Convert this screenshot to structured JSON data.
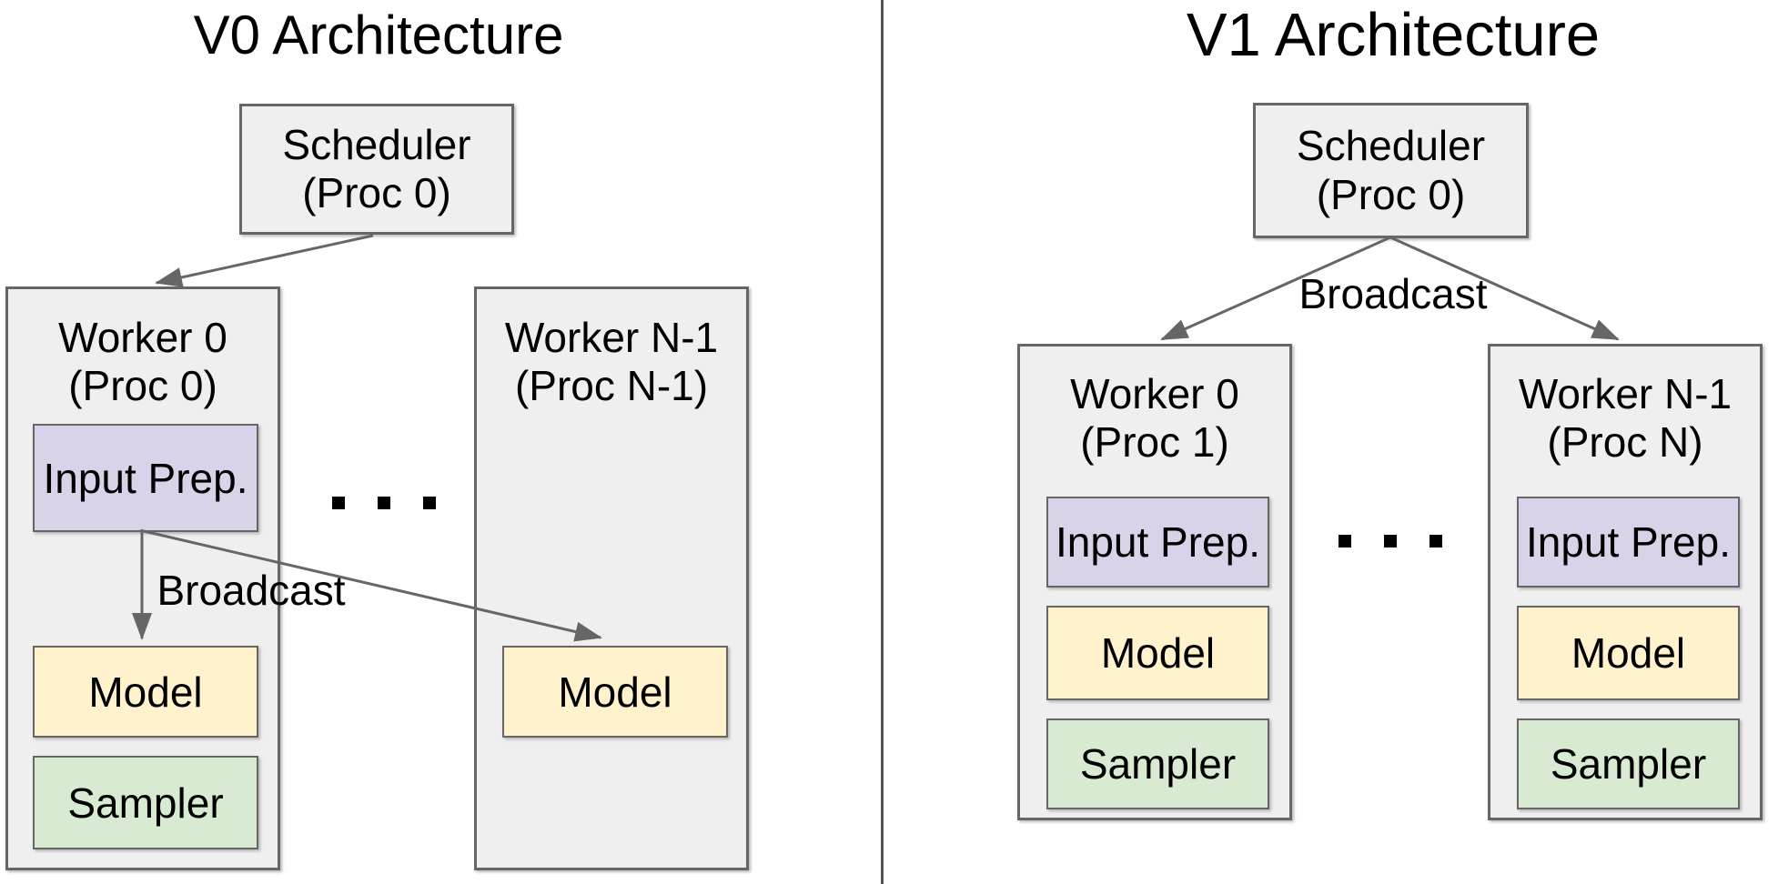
{
  "colors": {
    "panel_fill": "#efefef",
    "input_prep_fill": "#d9d2e9",
    "model_fill": "#fff2cc",
    "sampler_fill": "#d9ead3",
    "border": "#666666",
    "arrow": "#666666",
    "divider": "#555555",
    "text": "#000000",
    "background": "#ffffff"
  },
  "v0": {
    "title": "V0 Architecture",
    "scheduler": {
      "line1": "Scheduler",
      "line2": "(Proc 0)"
    },
    "broadcast_label": "Broadcast",
    "ellipsis": ". . .",
    "worker0": {
      "line1": "Worker 0",
      "line2": "(Proc 0)",
      "input_prep": "Input Prep.",
      "model": "Model",
      "sampler": "Sampler"
    },
    "workerN": {
      "line1": "Worker N-1",
      "line2": "(Proc N-1)",
      "model": "Model"
    }
  },
  "v1": {
    "title": "V1 Architecture",
    "scheduler": {
      "line1": "Scheduler",
      "line2": "(Proc 0)"
    },
    "broadcast_label": "Broadcast",
    "ellipsis": ". . .",
    "worker0": {
      "line1": "Worker 0",
      "line2": "(Proc 1)",
      "input_prep": "Input Prep.",
      "model": "Model",
      "sampler": "Sampler"
    },
    "workerN": {
      "line1": "Worker N-1",
      "line2": "(Proc N)",
      "input_prep": "Input Prep.",
      "model": "Model",
      "sampler": "Sampler"
    }
  }
}
